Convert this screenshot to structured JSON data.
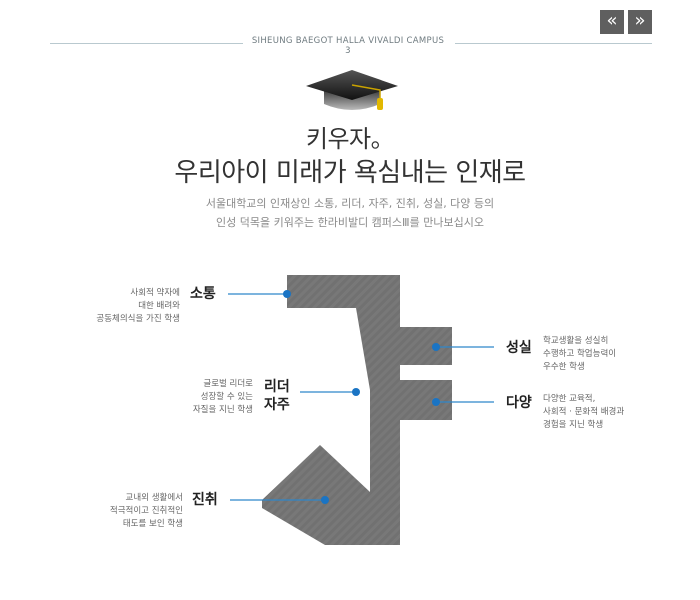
{
  "header": {
    "title": "SIHEUNG BAEGOT HALLA VIVALDI CAMPUS 3",
    "nav_prev_label": "«",
    "nav_next_label": "»"
  },
  "hero": {
    "tagline": "키우자。",
    "headline": "우리아이 미래가 욕심내는 인재로",
    "description_lines": [
      "서울대학교의 인재상인 소통, 리더, 자주, 진취, 성실, 다양 등의",
      "인성 덕목을 키워주는 한라비발디 캠퍼스Ⅲ를 만나보십시오"
    ]
  },
  "virtues": {
    "sotong": {
      "label": "소통",
      "description_lines": [
        "사회적 약자에",
        "대한 배려와",
        "공동체의식을 가진 학생"
      ]
    },
    "leader": {
      "label_lines": [
        "리더",
        "자주"
      ],
      "description_lines": [
        "글로벌 리더로",
        "성장할 수 있는",
        "자질을 지닌 학생"
      ]
    },
    "jinchwi": {
      "label": "진취",
      "description_lines": [
        "교내외 생활에서",
        "적극적이고 진취적인",
        "태도를 보인 학생"
      ]
    },
    "seongsil": {
      "label": "성실",
      "description_lines": [
        "학교생활을 성실히",
        "수행하고 학업능력이",
        "우수한 학생"
      ]
    },
    "dayang": {
      "label": "다양",
      "description_lines": [
        "다양한 교육적,",
        "사회적 · 문화적 배경과",
        "경험을 지닌 학생"
      ]
    }
  },
  "colors": {
    "shape_gray": "#717171",
    "accent_blue": "#1a74c4",
    "line_blue": "#2f86c9"
  },
  "icons": {
    "graduation_cap": "graduation-cap-icon"
  }
}
